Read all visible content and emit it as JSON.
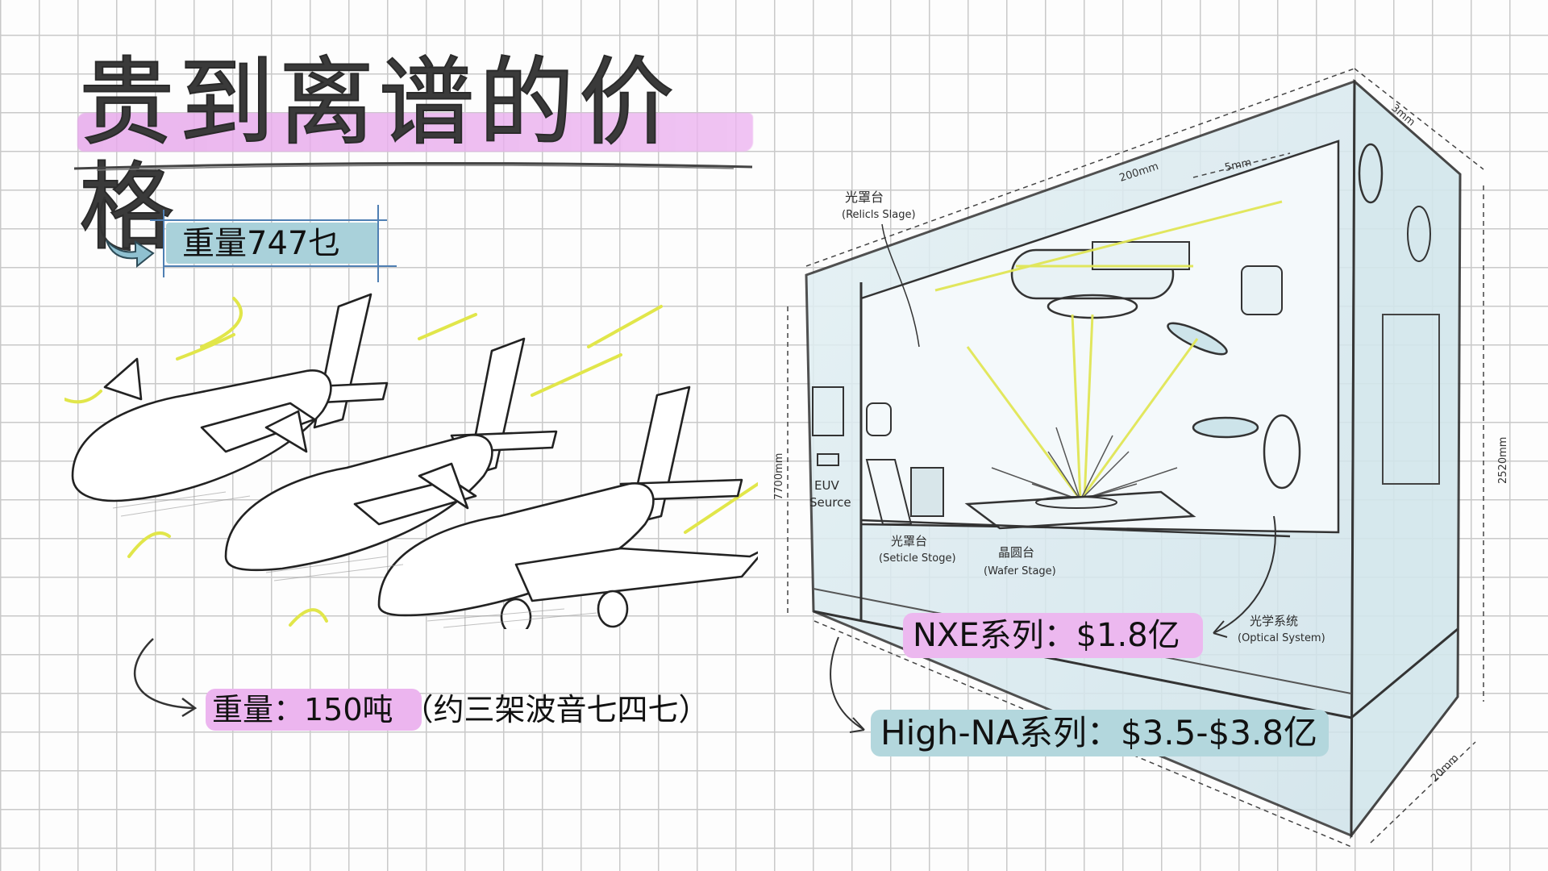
{
  "title": "贵到离谱的价格",
  "left": {
    "tag_747": "重量747乜",
    "weight_main": "重量：150吨",
    "weight_note": "（约三架波音七四七）",
    "illustration": "three-jumbo-jets-sketch"
  },
  "machine": {
    "illustration": "euv-lithography-machine-sketch",
    "labels": {
      "reticle_top_cn": "光罩台",
      "reticle_top_en": "(Relicls Slage)",
      "euv_source_1": "EUV",
      "euv_source_2": "Seurce",
      "reticle_bottom_cn": "光罩台",
      "reticle_bottom_en": "(Seticle Stoge)",
      "wafer_cn": "晶圆台",
      "wafer_en": "(Wafer Stage)",
      "optical_cn": "光学系统",
      "optical_en": "(Optical System)"
    },
    "dimensions": {
      "top_width": "200mm",
      "depth_top": "3mm",
      "inner": "5mm",
      "height_right": "2520mm",
      "height_left": "7700mm",
      "depth_bottom": "20mm"
    }
  },
  "prices": {
    "nxe": "NXE系列：$1.8亿",
    "high_na": "High-NA系列：$3.5-$3.8亿"
  },
  "colors": {
    "pink_highlight": "#ecb5ef",
    "blue_highlight": "#a9d1da",
    "grid_line": "#c9c9c9",
    "machine_wash": "#d5e8ee",
    "beam_yellow": "#e6ec6a"
  }
}
